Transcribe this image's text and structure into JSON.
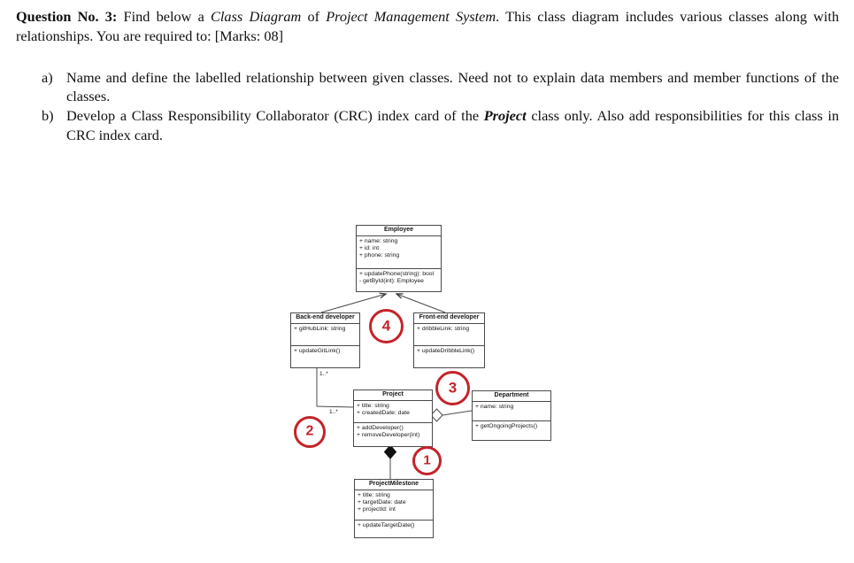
{
  "question": {
    "label": "Question No. 3:",
    "intro_1": " Find below a ",
    "intro_italic_1": "Class Diagram",
    "intro_2": " of ",
    "intro_italic_2": "Project Management System",
    "intro_3": ". This class diagram includes various classes along with relationships. You are required to: [Marks: 08]",
    "items": [
      {
        "marker": "a)",
        "text": "Name and define the labelled relationship between given classes. Need not to explain data members and member functions of the classes."
      },
      {
        "marker": "b)",
        "text_pre": "Develop a Class Responsibility Collaborator (CRC) index card of the ",
        "text_emph": "Project",
        "text_post": " class only. Also add responsibilities for this class in CRC index card."
      }
    ]
  },
  "diagram": {
    "type": "uml-class-diagram",
    "classes": [
      {
        "name": "Employee",
        "attributes": [
          "+ name: string",
          "+ id: int",
          "+ phone: string"
        ],
        "methods": [
          "+ updatePhone(string): bool",
          "- getById(int): Employee"
        ]
      },
      {
        "name": "Back-end developer",
        "attributes": [
          "+ gitHubLink: string"
        ],
        "methods": [
          "+ updateGitLink()"
        ]
      },
      {
        "name": "Front-end developer",
        "attributes": [
          "+ dribbleLink: string"
        ],
        "methods": [
          "+ updateDribbleLink()"
        ]
      },
      {
        "name": "Project",
        "attributes": [
          "+ title: string",
          "+ createdDate: date"
        ],
        "methods": [
          "+ addDeveloper()",
          "+ removeDeveloper(int)"
        ]
      },
      {
        "name": "Department",
        "attributes": [
          "+ name: string"
        ],
        "methods": [
          "+ getOngoingProjects()"
        ]
      },
      {
        "name": "ProjectMilestone",
        "attributes": [
          "+ title: string",
          "+ targetDate: date",
          "+ projectId: int"
        ],
        "methods": [
          "+ updateTargetDate()"
        ]
      }
    ],
    "relationships": [
      {
        "number": "4",
        "between": "Back-end developer / Front-end developer inheritance to Employee"
      },
      {
        "number": "3",
        "between": "Project aggregation to Department"
      },
      {
        "number": "2",
        "between": "Back-end developer association to Project"
      },
      {
        "number": "1",
        "between": "Project composition to ProjectMilestone"
      }
    ],
    "multiplicities": [
      {
        "text": "1..*"
      },
      {
        "text": "1..*"
      }
    ],
    "marker_color": "#c4232a"
  }
}
